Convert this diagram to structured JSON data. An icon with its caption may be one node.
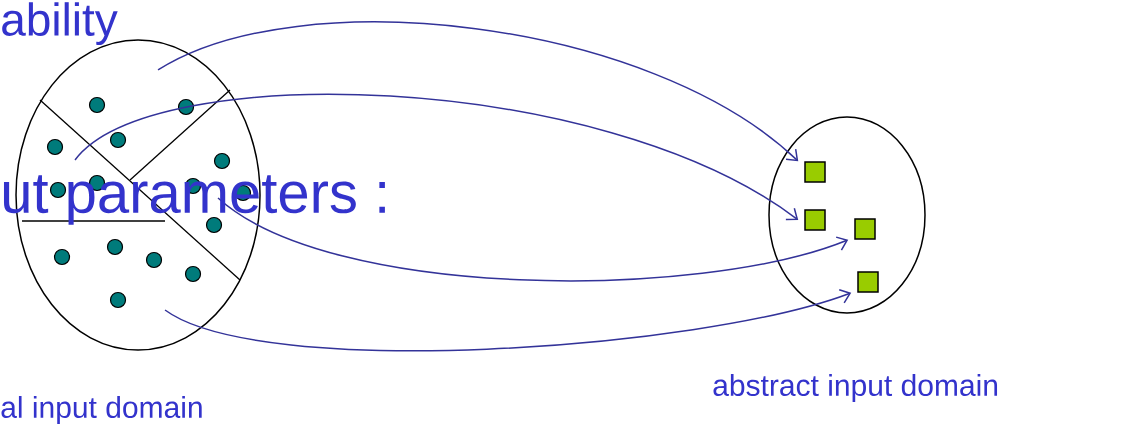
{
  "diagram": {
    "nodes": [
      {
        "text": [],
        "shape": "circle",
        "beside": [
          "al input domain"
        ]
      },
      {
        "text": [],
        "shape": "circle",
        "beside": [
          "abstract input domain"
        ]
      },
      {
        "text": [],
        "shape": "box",
        "in": 1
      },
      {
        "text": [],
        "shape": "box",
        "in": 1
      },
      {
        "text": [],
        "shape": "box",
        "in": 1
      },
      {
        "text": [],
        "shape": "box",
        "in": 1
      }
    ],
    "edges": [
      {
        "from": 0,
        "to": 2,
        "arrow": "to"
      },
      {
        "from": 0,
        "to": 3,
        "arrow": "to"
      },
      {
        "from": 0,
        "to": 4,
        "arrow": "to"
      },
      {
        "from": 0,
        "to": 5,
        "arrow": "to"
      }
    ],
    "labels": [
      "ability",
      "ut parameters :"
    ]
  }
}
